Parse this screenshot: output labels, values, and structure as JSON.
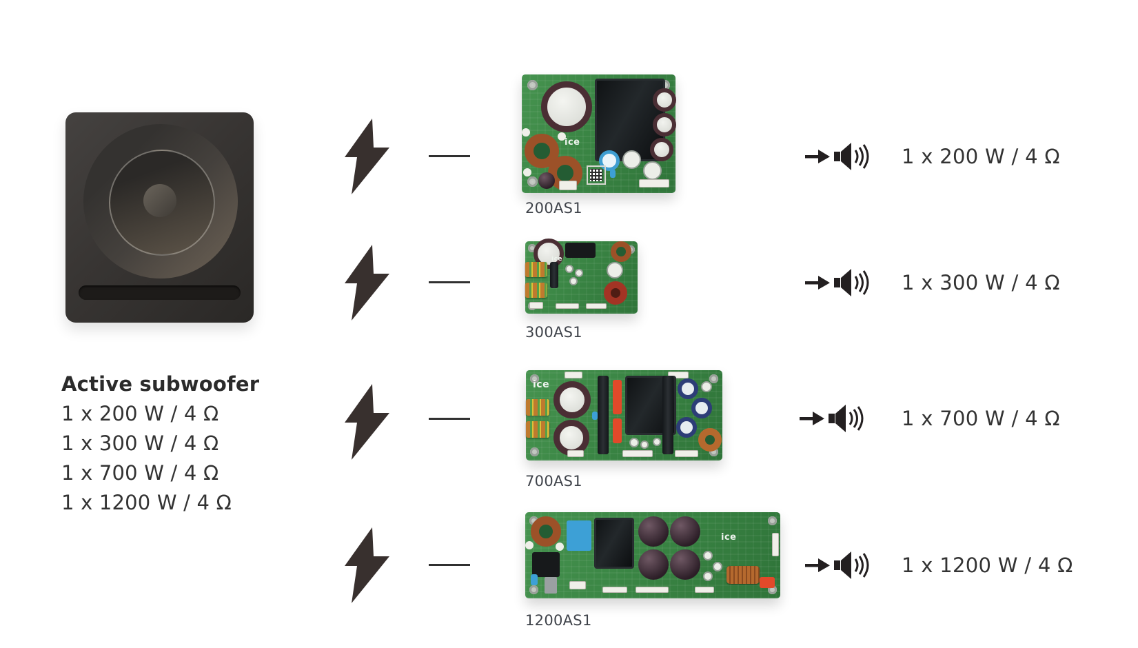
{
  "title_block": {
    "title": "Active subwoofer",
    "specs": [
      "1 x 200 W / 4 Ω",
      "1 x 300 W / 4 Ω",
      "1 x 700 W / 4 Ω",
      "1 x 1200 W / 4 Ω"
    ]
  },
  "modules": [
    {
      "name": "200AS1",
      "output": "1 x 200 W / 4 Ω"
    },
    {
      "name": "300AS1",
      "output": "1 x 300 W / 4 Ω"
    },
    {
      "name": "700AS1",
      "output": "1 x 700 W / 4 Ω"
    },
    {
      "name": "1200AS1",
      "output": "1 x 1200 W / 4 Ω"
    }
  ],
  "board_logo": "ice",
  "icons": {
    "power_input": "lightning-bolt-icon",
    "signal_link": "dash-line",
    "signal_arrow": "right-arrow-icon",
    "speaker_output": "speaker-sound-icon"
  },
  "colors": {
    "background": "#ffffff",
    "text": "#333333",
    "icon_dark": "#362f2d",
    "pcb_green": "#3c8a47",
    "module_label": "#3e4249"
  }
}
